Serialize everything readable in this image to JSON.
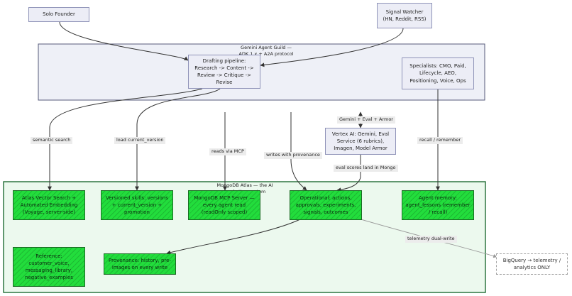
{
  "nodes": {
    "solo_founder": "Solo Founder",
    "signal_watcher": "Signal Watcher (HN, Reddit, RSS)",
    "drafting": "Drafting pipeline: Research -> Content -> Review -> Critique -> Revise",
    "specialists": "Specialists: CMO, Paid, Lifecycle, AEO, Positioning, Voice, Ops",
    "gemini_armor": "Gemini + Eval + Armor",
    "vertex": "Vertex AI: Gemini, Eval Service (6 rubrics), Imagen, Model Armor",
    "atlas_vector": "Atlas Vector Search + Automated Embedding (Voyage, server-side)",
    "versioned_skills": "Versioned skills: versions + current_version + promotion",
    "mcp_server": "MongoDB MCP Server — every agent read (readOnly scoped)",
    "operational": "Operational: actions, approvals, experiments, signals, outcomes",
    "agent_memory": "Agent memory: agent_lessons (remember / recall)",
    "reference": "Reference: customer_voice, messaging_library, negative_examples",
    "provenance": "Provenance: history, pre-images on every write",
    "bigquery": "BigQuery → telemetry / analytics ONLY"
  },
  "groups": {
    "guild_title_1": "Gemini Agent Guild —",
    "guild_title_2": "ADK 1.x + A2A protocol",
    "atlas_title_1": "MongoDB Atlas — the AI",
    "atlas_title_2": "marketing system"
  },
  "edges": {
    "semantic_search": "semantic search",
    "load_current_version": "load current_version",
    "reads_via_mcp": "reads via MCP",
    "writes_with_provenance": "writes with provenance",
    "recall_remember": "recall / remember",
    "eval_scores": "eval scores land in Mongo",
    "telemetry": "telemetry dual-write"
  },
  "colors": {
    "guild_fill": "#eef0f7",
    "guild_border": "#555a7a",
    "atlas_fill": "#ecf9ee",
    "atlas_border": "#1f6b33",
    "node_fill": "#ecedf6",
    "green_node": "#22dd3c",
    "edge": "#333333",
    "edge_dashed": "#999999"
  }
}
